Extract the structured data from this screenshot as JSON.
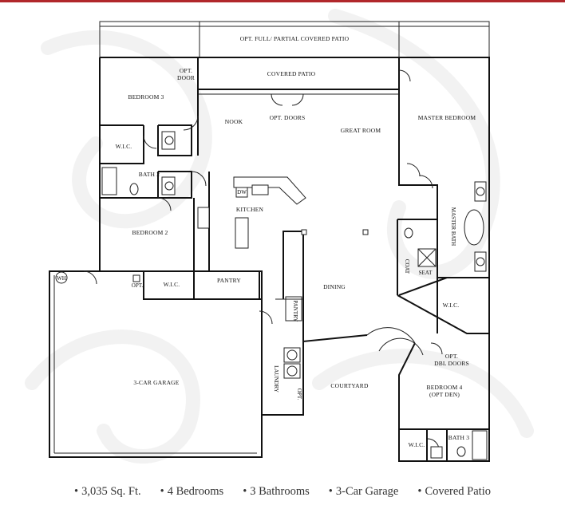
{
  "rooms": {
    "opt_patio": "OPT. FULL/ PARTIAL COVERED PATIO",
    "covered_patio": "COVERED PATIO",
    "opt_door_1": "OPT.",
    "opt_door_2": "DOOR",
    "bedroom3": "BEDROOM 3",
    "nook": "NOOK",
    "opt_doors": "OPT. DOORS",
    "great_room": "GREAT ROOM",
    "master_bedroom": "MASTER BEDROOM",
    "wic_bed3": "W.I.C.",
    "bath2": "BATH 2",
    "dw": "DW",
    "kitchen": "KITCHEN",
    "master_bath": "MASTER BATH",
    "bedroom2": "BEDROOM 2",
    "wh": "WH",
    "opt_small": "OPT.",
    "wic_bed2": "W.I.C.",
    "pantry": "PANTRY",
    "coat": "COAT",
    "seat": "SEAT",
    "dining": "DINING",
    "wic_master": "W.I.C.",
    "garage": "3-CAR GARAGE",
    "pantry_small": "PANTRY",
    "laundry": "LAUNDRY",
    "opt_laundry": "OPT.",
    "courtyard": "COURTYARD",
    "opt_dbl_doors_1": "OPT.",
    "opt_dbl_doors_2": "DBL DOORS",
    "bedroom4_1": "BEDROOM 4",
    "bedroom4_2": "(OPT DEN)",
    "wic_bed4": "W.I.C.",
    "bath3": "BATH 3"
  },
  "features": [
    "3,035 Sq. Ft.",
    "4 Bedrooms",
    "3 Bathrooms",
    "3-Car Garage",
    "Covered Patio"
  ],
  "colors": {
    "accent": "#b1272b",
    "line": "#111111",
    "text": "#333333"
  }
}
